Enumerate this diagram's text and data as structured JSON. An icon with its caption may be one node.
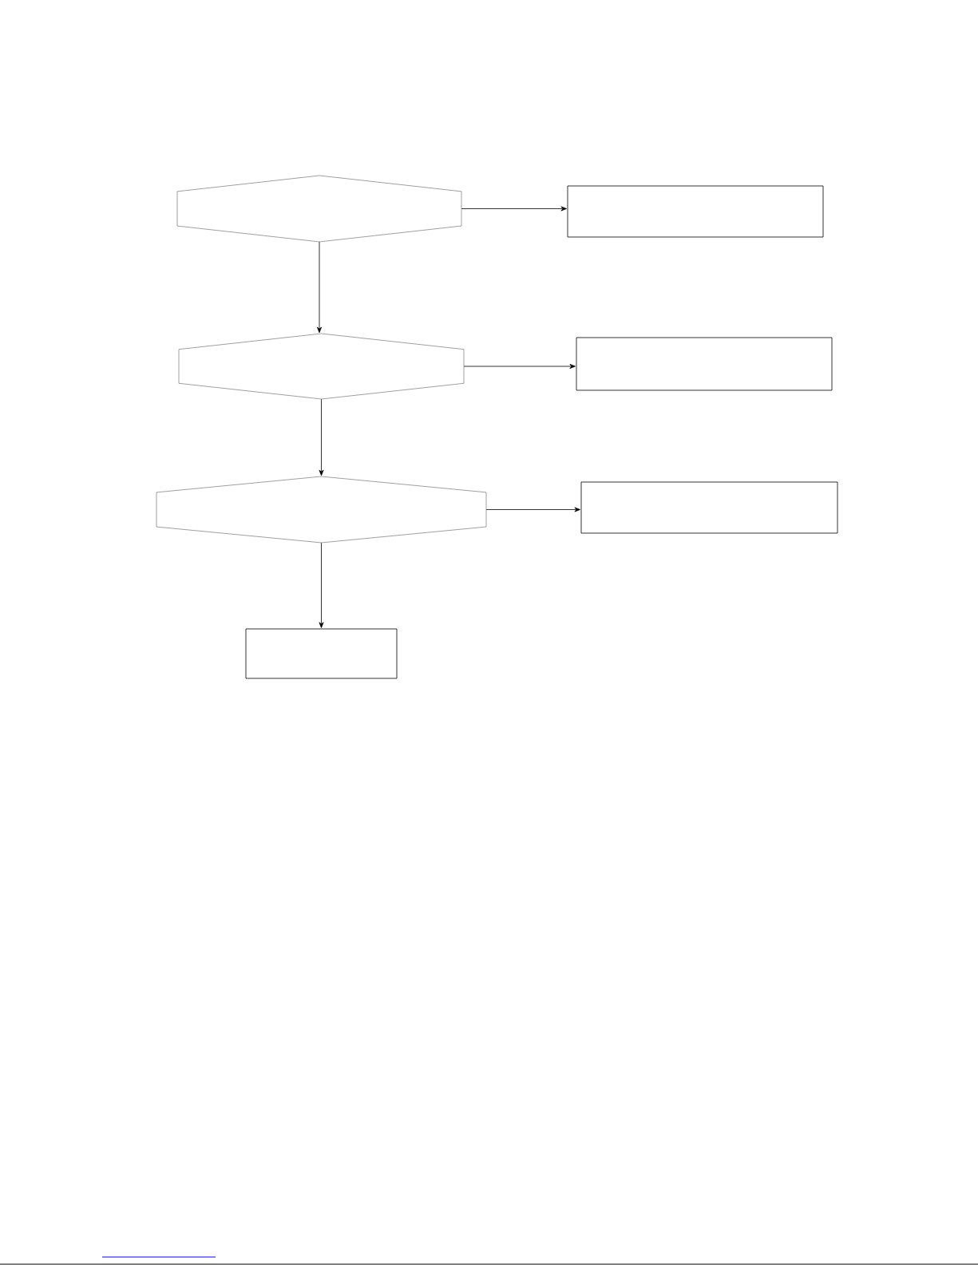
{
  "diagram": {
    "nodes": [
      {
        "text": [],
        "shape": "hexagon"
      },
      {
        "text": [],
        "shape": "box"
      },
      {
        "text": [],
        "shape": "hexagon"
      },
      {
        "text": [],
        "shape": "box"
      },
      {
        "text": [],
        "shape": "hexagon"
      },
      {
        "text": [],
        "shape": "box"
      },
      {
        "text": [],
        "shape": "box"
      }
    ],
    "edges": [
      {
        "from": 0,
        "to": 1,
        "arrow": "to"
      },
      {
        "from": 0,
        "to": 2,
        "arrow": "to"
      },
      {
        "from": 2,
        "to": 3,
        "arrow": "to"
      },
      {
        "from": 2,
        "to": 4,
        "arrow": "to"
      },
      {
        "from": 4,
        "to": 5,
        "arrow": "to"
      },
      {
        "from": 4,
        "to": 6,
        "arrow": "to"
      }
    ]
  }
}
